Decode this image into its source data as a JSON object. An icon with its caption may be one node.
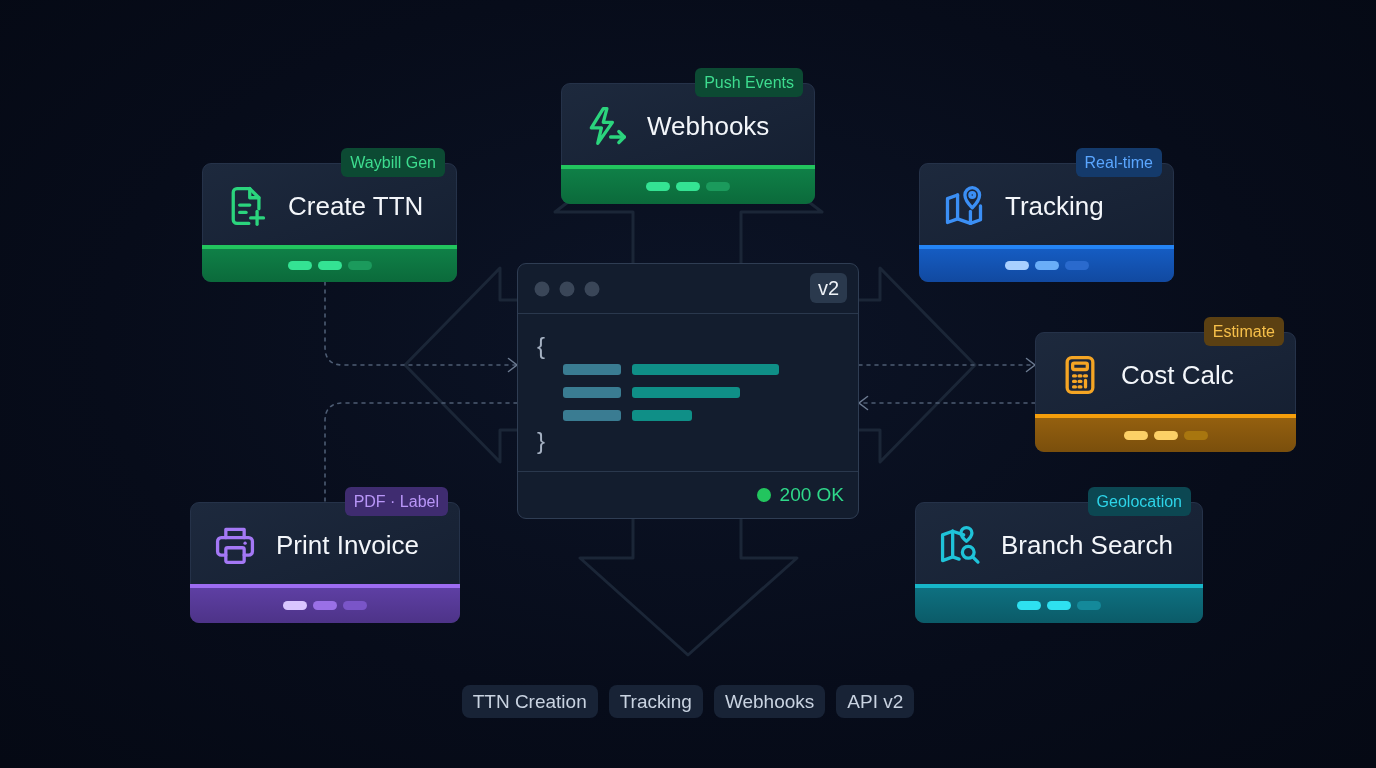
{
  "diagram": {
    "nodes": [
      {
        "text": [
          "Push Events",
          "Webhooks"
        ]
      },
      {
        "text": [
          "Waybill Gen",
          "Create TTN"
        ]
      },
      {
        "text": [
          "Real-time",
          "Tracking"
        ]
      },
      {
        "text": [
          "v2",
          "{",
          "}",
          "200 OK"
        ]
      },
      {
        "text": [
          "Estimate",
          "Cost Calc"
        ]
      },
      {
        "text": [
          "PDF · Label",
          "Print Invoice"
        ]
      },
      {
        "text": [
          "Geolocation",
          "Branch Search"
        ]
      }
    ],
    "edges": [
      {
        "from": 1,
        "to": 3,
        "arrow": "to",
        "style": "dashed"
      },
      {
        "from": 3,
        "to": 5,
        "arrow": "none",
        "style": "dashed"
      },
      {
        "from": 3,
        "to": 4,
        "arrow": "to",
        "style": "dashed"
      },
      {
        "from": 4,
        "to": 3,
        "arrow": "to",
        "style": "dashed"
      }
    ],
    "labels": [
      "TTN Creation",
      "Tracking",
      "Webhooks",
      "API v2"
    ]
  }
}
